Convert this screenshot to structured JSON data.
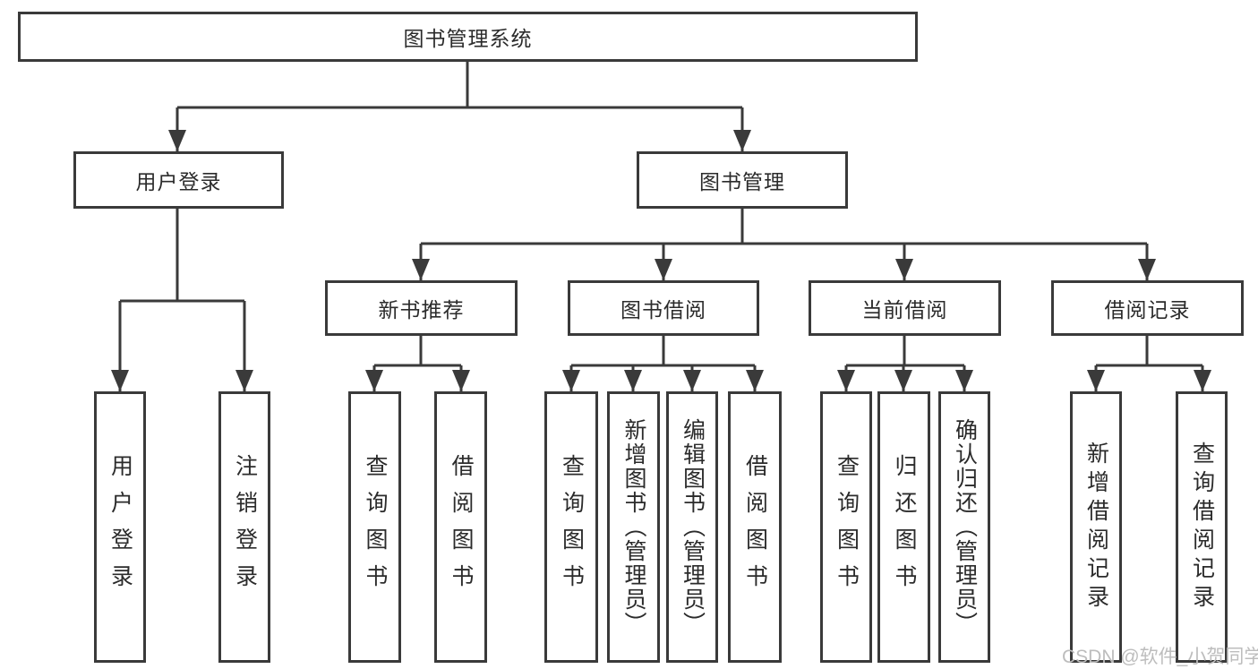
{
  "tree": {
    "label": "图书管理系统",
    "children": [
      {
        "label": "用户登录",
        "children": [
          {
            "label": "用户登录"
          },
          {
            "label": "注销登录"
          }
        ]
      },
      {
        "label": "图书管理",
        "children": [
          {
            "label": "新书推荐",
            "children": [
              {
                "label": "查询图书"
              },
              {
                "label": "借阅图书"
              }
            ]
          },
          {
            "label": "图书借阅",
            "children": [
              {
                "label": "查询图书"
              },
              {
                "label": "新增图书（管理员）"
              },
              {
                "label": "编辑图书（管理员）"
              },
              {
                "label": "借阅图书"
              }
            ]
          },
          {
            "label": "当前借阅",
            "children": [
              {
                "label": "查询图书"
              },
              {
                "label": "归还图书"
              },
              {
                "label": "确认归还（管理员）"
              }
            ]
          },
          {
            "label": "借阅记录",
            "children": [
              {
                "label": "新增借阅记录"
              },
              {
                "label": "查询借阅记录"
              }
            ]
          }
        ]
      }
    ]
  },
  "watermark": "CSDN @软件_小贺同学",
  "colors": {
    "line": "#3a3a3a",
    "box_background": "#ffffff",
    "text": "#2b2b2b",
    "watermark": "#bdbdbd"
  }
}
